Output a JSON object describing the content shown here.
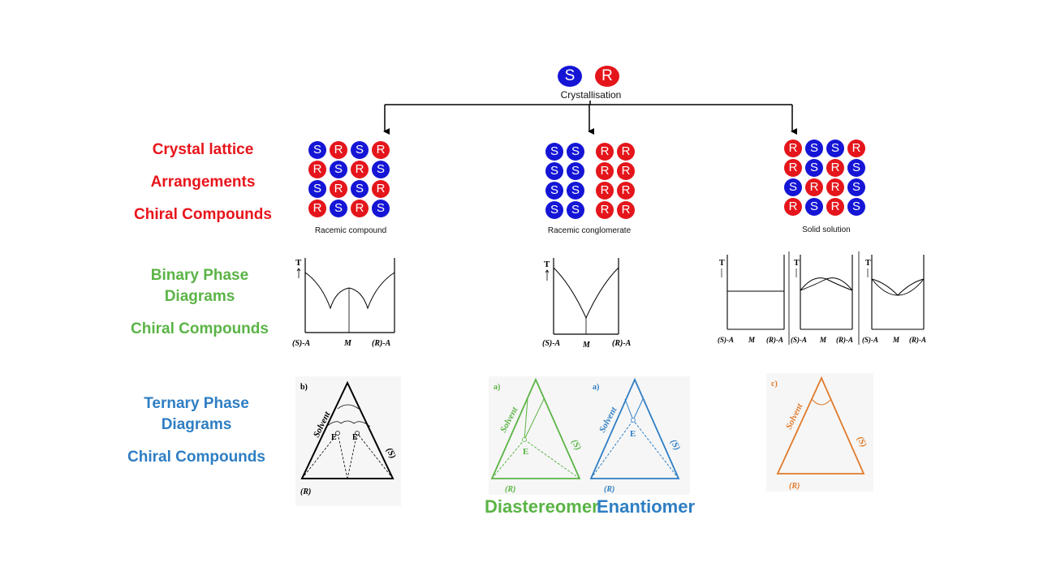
{
  "top": {
    "s_label": "S",
    "r_label": "R",
    "process": "Crystallisation"
  },
  "row_labels": {
    "crystal": [
      "Crystal lattice",
      "Arrangements",
      "Chiral Compounds"
    ],
    "binary": [
      "Binary Phase",
      "Diagrams",
      "Chiral Compounds"
    ],
    "ternary": [
      "Ternary Phase",
      "Diagrams",
      "Chiral Compounds"
    ]
  },
  "lattices": {
    "racemic_compound": {
      "caption": "Racemic compound",
      "grid": [
        [
          "S",
          "R",
          "S",
          "R"
        ],
        [
          "R",
          "S",
          "R",
          "S"
        ],
        [
          "S",
          "R",
          "S",
          "R"
        ],
        [
          "R",
          "S",
          "R",
          "S"
        ]
      ]
    },
    "racemic_conglomerate": {
      "caption": "Racemic conglomerate",
      "grid": [
        [
          "S",
          "S",
          "R",
          "R"
        ],
        [
          "S",
          "S",
          "R",
          "R"
        ],
        [
          "S",
          "S",
          "R",
          "R"
        ],
        [
          "S",
          "S",
          "R",
          "R"
        ]
      ]
    },
    "solid_solution": {
      "caption": "Solid solution",
      "grid": [
        [
          "R",
          "S",
          "S",
          "R"
        ],
        [
          "R",
          "S",
          "R",
          "S"
        ],
        [
          "S",
          "R",
          "R",
          "S"
        ],
        [
          "R",
          "S",
          "R",
          "S"
        ]
      ]
    }
  },
  "binary": {
    "t_label": "T",
    "s_axis": "(S)-A",
    "m_axis": "M",
    "r_axis": "(R)-A"
  },
  "ternary": {
    "b_label": "b)",
    "a_label": "a)",
    "c_label": "c)",
    "solvent": "Solvent",
    "s_side": "(S)",
    "r_side": "(R)",
    "e_label": "E",
    "e_prime": "E'",
    "diastereomer": "Diastereomer",
    "enantiomer": "Enantiomer"
  },
  "colors": {
    "s_ball": "#1515d6",
    "r_ball": "#e4151b",
    "crystal_label": "#e8141b",
    "binary_label": "#5bb446",
    "ternary_label": "#2e7ec3",
    "diastereomer": "#5bb446",
    "enantiomer": "#2e7ec3",
    "solid_solution_ternary": "#e07a2a"
  }
}
